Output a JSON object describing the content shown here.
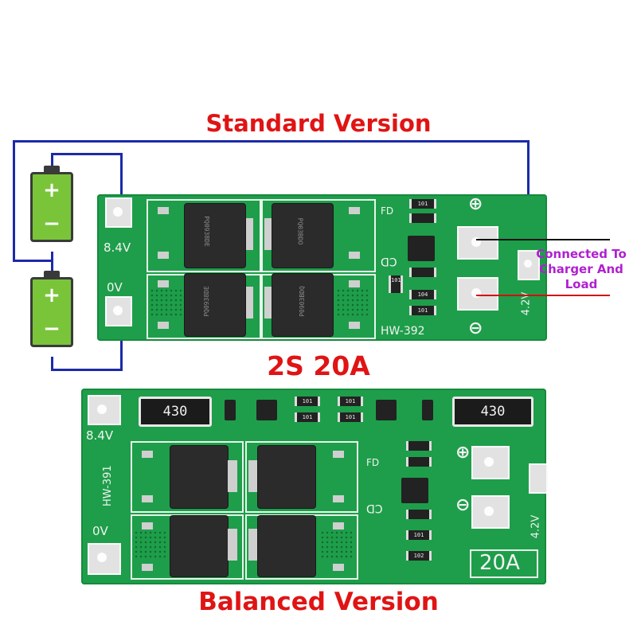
{
  "titles": {
    "standard": "Standard Version",
    "middle": "2S 20A",
    "balanced": "Balanced Version"
  },
  "connection_label": [
    "Connected To",
    "Charger And",
    "Load"
  ],
  "battery_signs": {
    "plus": "+",
    "minus": "−"
  },
  "top_board": {
    "pad_labels": {
      "top_left": "8.4V",
      "bottom_left": "0V",
      "right": "4.2V"
    },
    "silk_codes": {
      "fd": "FD",
      "cd": "CD",
      "model": "HW-392"
    },
    "mosfet_marks": [
      "PQ0938DE",
      "PQ03BDO",
      "PQ0938DE",
      "P0903BDQ"
    ],
    "resistor_codes": [
      "101",
      "101",
      "104",
      "101"
    ]
  },
  "bottom_board": {
    "pad_labels": {
      "top_left": "8.4V",
      "bottom_left": "0V",
      "right": "4.2V"
    },
    "silk_codes": {
      "fd": "FD",
      "cd": "CD",
      "model": "HW-391",
      "rating": "20A"
    },
    "balance_resistors": [
      "430",
      "430"
    ],
    "resistor_codes": [
      "101",
      "101",
      "101",
      "101",
      "101",
      "102"
    ]
  },
  "colors": {
    "title_red": "#e01414",
    "pcb_green": "#1e9e4a",
    "wire_blue": "#1c2aa8",
    "label_purple": "#b020d0"
  }
}
